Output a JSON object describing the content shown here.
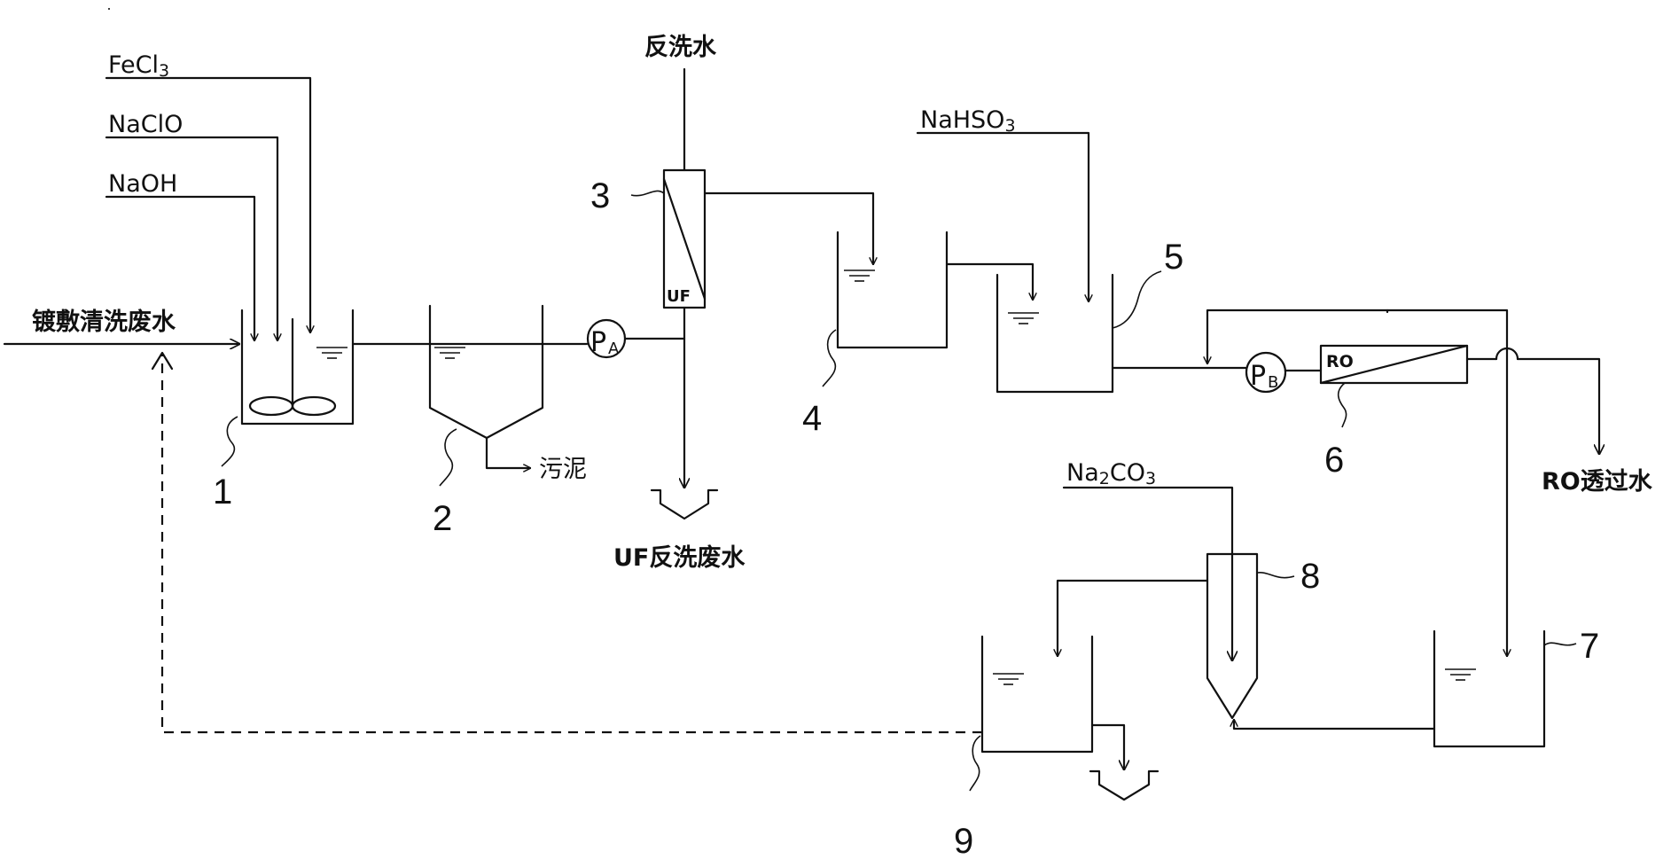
{
  "labels": {
    "feed": "镀敷清洗废水",
    "backwash_water": "反洗水",
    "uf_backwash_waste": "UF反洗废水",
    "sludge": "污泥",
    "ro_permeate": "RO透过水",
    "uf": "UF",
    "ro": "RO"
  },
  "chemicals": {
    "fecl3": {
      "text": "FeCl",
      "sub": "3"
    },
    "naclo": "NaClO",
    "naoh": "NaOH",
    "nahso3": {
      "text": "NaHSO",
      "sub": "3"
    },
    "na2co3": {
      "a": "Na",
      "sub": "2",
      "b": "CO",
      "sub2": "3"
    }
  },
  "pumps": {
    "pa": {
      "letter": "P",
      "sub": "A"
    },
    "pb": {
      "letter": "P",
      "sub": "B"
    }
  },
  "units": [
    "1",
    "2",
    "3",
    "4",
    "5",
    "6",
    "7",
    "8",
    "9"
  ]
}
